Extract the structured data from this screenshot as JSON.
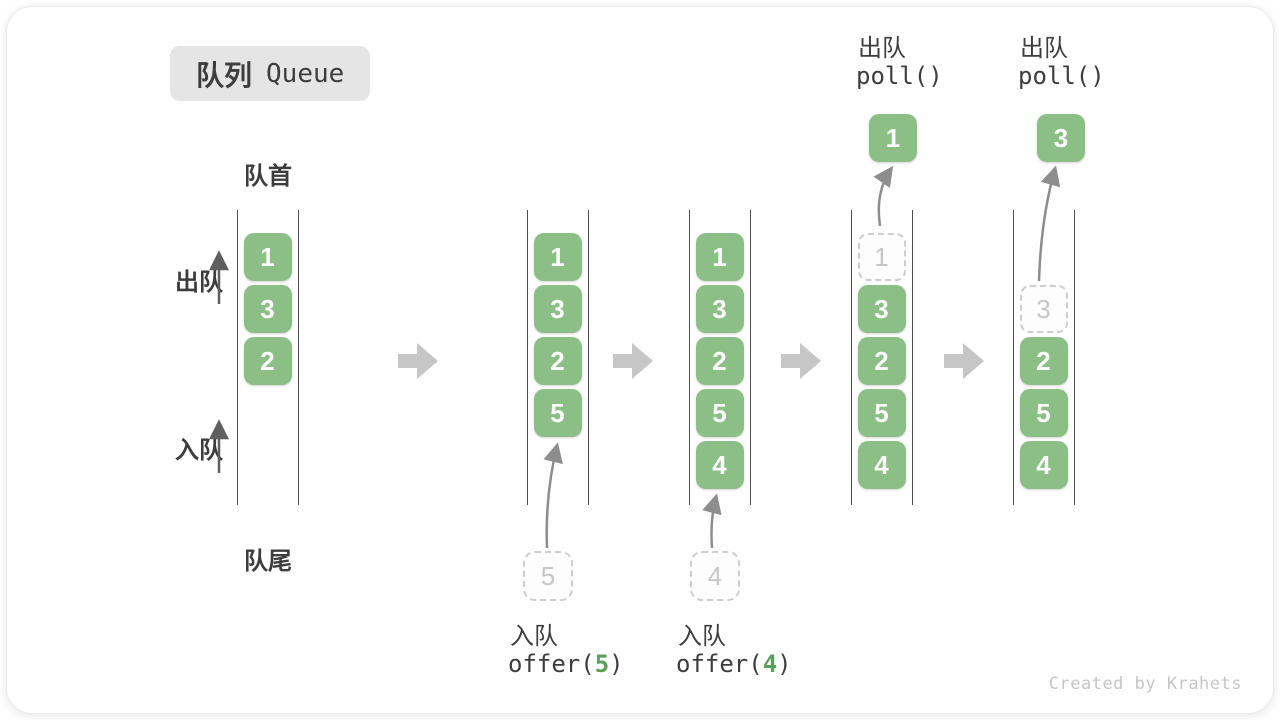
{
  "title_badge": {
    "zh": "队列",
    "en": "Queue"
  },
  "structure_labels": {
    "front": "队首",
    "rear": "队尾",
    "dequeue_side": "出队",
    "enqueue_side": "入队"
  },
  "queues": [
    {
      "cells": [
        {
          "slot": 0,
          "value": "1",
          "style": "solid"
        },
        {
          "slot": 1,
          "value": "3",
          "style": "solid"
        },
        {
          "slot": 2,
          "value": "2",
          "style": "solid"
        }
      ]
    },
    {
      "cells": [
        {
          "slot": 0,
          "value": "1",
          "style": "solid"
        },
        {
          "slot": 1,
          "value": "3",
          "style": "solid"
        },
        {
          "slot": 2,
          "value": "2",
          "style": "solid"
        },
        {
          "slot": 3,
          "value": "5",
          "style": "solid"
        }
      ]
    },
    {
      "cells": [
        {
          "slot": 0,
          "value": "1",
          "style": "solid"
        },
        {
          "slot": 1,
          "value": "3",
          "style": "solid"
        },
        {
          "slot": 2,
          "value": "2",
          "style": "solid"
        },
        {
          "slot": 3,
          "value": "5",
          "style": "solid"
        },
        {
          "slot": 4,
          "value": "4",
          "style": "solid"
        }
      ]
    },
    {
      "cells": [
        {
          "slot": 0,
          "value": "1",
          "style": "ghost"
        },
        {
          "slot": 1,
          "value": "3",
          "style": "solid"
        },
        {
          "slot": 2,
          "value": "2",
          "style": "solid"
        },
        {
          "slot": 3,
          "value": "5",
          "style": "solid"
        },
        {
          "slot": 4,
          "value": "4",
          "style": "solid"
        }
      ]
    },
    {
      "cells": [
        {
          "slot": 1,
          "value": "3",
          "style": "ghost"
        },
        {
          "slot": 2,
          "value": "2",
          "style": "solid"
        },
        {
          "slot": 3,
          "value": "5",
          "style": "solid"
        },
        {
          "slot": 4,
          "value": "4",
          "style": "solid"
        }
      ]
    }
  ],
  "operations": {
    "enqueue1": {
      "label": "入队",
      "code_pre": "offer(",
      "code_arg": "5",
      "code_post": ")",
      "ghost": "5"
    },
    "enqueue2": {
      "label": "入队",
      "code_pre": "offer(",
      "code_arg": "4",
      "code_post": ")",
      "ghost": "4"
    },
    "dequeue1": {
      "label": "出队",
      "code": "poll()",
      "popped": "1"
    },
    "dequeue2": {
      "label": "出队",
      "code": "poll()",
      "popped": "3"
    }
  },
  "watermark": "Created by Krahets",
  "colors": {
    "box_green": "#8bbf86",
    "box_text": "#ffffff",
    "ghost_border": "#cdcdcd",
    "ghost_text": "#c6c6c6",
    "wall": "#4f4f4f",
    "block_arrow": "#c6c6c6",
    "curve_arrow": "#8d8d8d",
    "side_arrow": "#5f5f5f",
    "text_dark": "#3d3d3d",
    "accent_green": "#5ba05a",
    "badge_bg": "#e5e5e5",
    "watermark": "#c6c6c6"
  }
}
